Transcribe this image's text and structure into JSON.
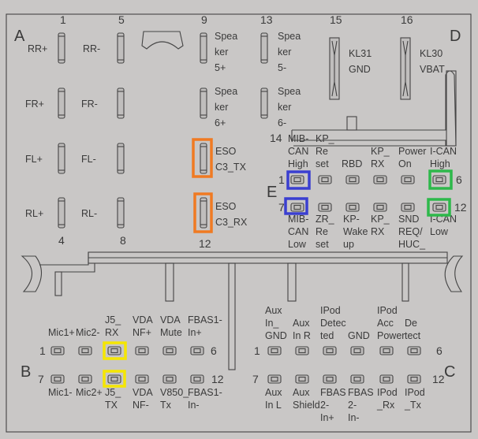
{
  "sections": {
    "A": "A",
    "B": "B",
    "C": "C",
    "D": "D",
    "E": "E"
  },
  "pin_numbers": {
    "a1": "1",
    "a5": "5",
    "a9": "9",
    "a13": "13",
    "a15": "15",
    "a16": "16",
    "a4": "4",
    "a8": "8",
    "a12": "12",
    "e14": "14",
    "e1": "1",
    "e6": "6",
    "e7": "7",
    "e12": "12",
    "b1": "1",
    "b6": "6",
    "b7": "7",
    "b12": "12",
    "c1": "1",
    "c6": "6",
    "c7": "7",
    "c12": "12"
  },
  "block_a": [
    [
      "RR+"
    ],
    [
      "RR-"
    ],
    [
      "FR+"
    ],
    [
      "FR-"
    ],
    [
      "FL+"
    ],
    [
      "FL-"
    ],
    [
      "RL+"
    ],
    [
      "RL-"
    ],
    [
      "Spea",
      "ker",
      "5+"
    ],
    [
      "Spea",
      "ker",
      "5-"
    ],
    [
      "Spea",
      "ker",
      "6+"
    ],
    [
      "Spea",
      "ker",
      "6-"
    ],
    [
      "ESO",
      "C3_TX"
    ],
    [
      "ESO",
      "C3_RX"
    ],
    [
      "KL31",
      "GND"
    ],
    [
      "KL30",
      "VBAT"
    ]
  ],
  "block_e_top": [
    [
      "MIB-",
      "CAN",
      "High"
    ],
    [
      "KP_",
      "Re",
      "set"
    ],
    [
      "RBD"
    ],
    [
      "KP_",
      "RX"
    ],
    [
      "Power",
      "On"
    ],
    [
      "I-CAN",
      "High"
    ]
  ],
  "block_e_bottom": [
    [
      "MIB-",
      "CAN",
      "Low"
    ],
    [
      "ZR_",
      "Re",
      "set"
    ],
    [
      "KP-",
      "Wake",
      "up"
    ],
    [
      "KP_",
      "RX"
    ],
    [
      "SND",
      "REQ/",
      "HUC_"
    ],
    [
      "I-CAN",
      "Low"
    ]
  ],
  "block_b_top": [
    [
      "Mic1+"
    ],
    [
      "Mic2-"
    ],
    [
      "J5_",
      "RX"
    ],
    [
      "VDA",
      "NF+"
    ],
    [
      "VDA",
      "Mute"
    ],
    [
      "FBAS1-",
      "In+"
    ]
  ],
  "block_b_bottom": [
    [
      "Mic1-"
    ],
    [
      "Mic2+"
    ],
    [
      "J5_",
      "TX"
    ],
    [
      "VDA",
      "NF-"
    ],
    [
      "V850_",
      "Tx"
    ],
    [
      "FBAS1-",
      "In-"
    ]
  ],
  "block_c_top": [
    [
      "Aux",
      "In_",
      "GND"
    ],
    [
      "Aux",
      "In R"
    ],
    [
      "IPod",
      "Detec",
      "ted"
    ],
    [
      "GND"
    ],
    [
      "IPod",
      "Acc",
      "Power"
    ],
    [
      "De",
      "tect"
    ]
  ],
  "block_c_bottom": [
    [
      "Aux",
      "In L"
    ],
    [
      "Aux",
      "Shield"
    ],
    [
      "FBAS",
      "2-",
      "In+"
    ],
    [
      "FBAS",
      "2-",
      "In-"
    ],
    [
      "IPod",
      "_Rx"
    ],
    [
      "IPod",
      "_Tx"
    ]
  ],
  "highlight_colors": {
    "orange": "#f07a22",
    "blue": "#3a3fd0",
    "green": "#2db84a",
    "yellow": "#f5e600"
  }
}
